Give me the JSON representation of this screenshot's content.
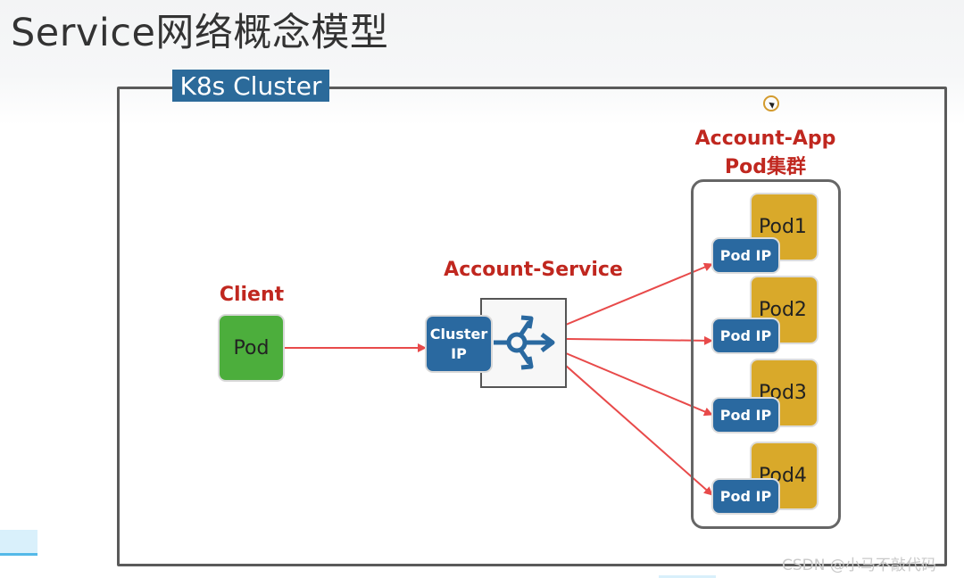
{
  "title": "Service网络概念模型",
  "cluster": {
    "label": "K8s Cluster"
  },
  "client": {
    "label": "Client",
    "pod_label": "Pod"
  },
  "service": {
    "label": "Account-Service",
    "cluster_ip_line1": "Cluster",
    "cluster_ip_line2": "IP",
    "icon": "load-balancer-icon"
  },
  "app": {
    "label_line1": "Account-App",
    "label_line2": "Pod集群"
  },
  "pods": [
    {
      "name": "Pod1",
      "ip_label": "Pod IP"
    },
    {
      "name": "Pod2",
      "ip_label": "Pod IP"
    },
    {
      "name": "Pod3",
      "ip_label": "Pod IP"
    },
    {
      "name": "Pod4",
      "ip_label": "Pod IP"
    }
  ],
  "watermark": "CSDN @小马不敲代码",
  "colors": {
    "service_blue": "#2a69a0",
    "client_green": "#4cae3c",
    "pod_gold": "#d9a92a",
    "label_red": "#c0271f",
    "arrow_red": "#e84a4a"
  }
}
